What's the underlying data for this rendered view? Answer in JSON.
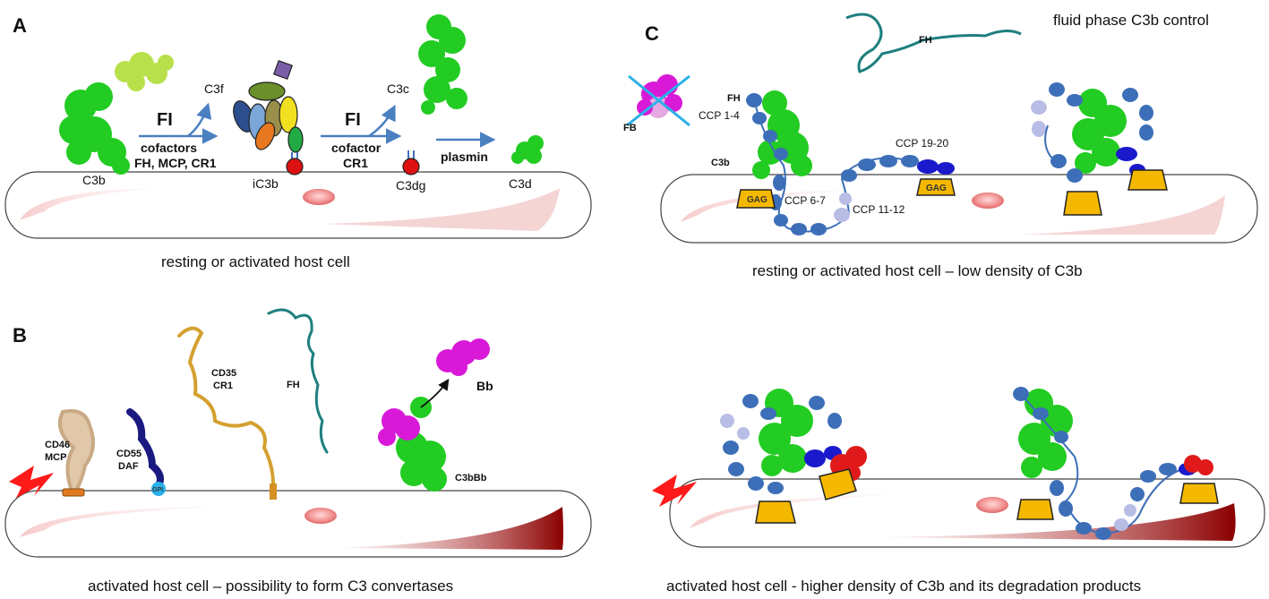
{
  "panels": {
    "a": {
      "letter": "A",
      "labels": {
        "c3b": "C3b",
        "fi1": "FI",
        "cofactors": "cofactors",
        "cofactor_list": "FH, MCP, CR1",
        "c3f": "C3f",
        "ic3b": "iC3b",
        "fi2": "FI",
        "cofactor": "cofactor",
        "cr1": "CR1",
        "c3c": "C3c",
        "c3dg": "C3dg",
        "plasmin": "plasmin",
        "c3d": "C3d"
      },
      "caption": "resting or activated host cell"
    },
    "b": {
      "letter": "B",
      "labels": {
        "cd46": "CD46",
        "mcp": "MCP",
        "cd55": "CD55",
        "daf": "DAF",
        "gpi": "GPI",
        "cd35": "CD35",
        "cr1": "CR1",
        "fh": "FH",
        "bb": "Bb",
        "c3bbb": "C3bBb"
      },
      "caption": "activated host cell – possibility to form C3 convertases"
    },
    "c": {
      "letter": "C",
      "labels": {
        "fluid": "fluid phase C3b control",
        "fh_top": "FH",
        "fb": "FB",
        "fh": "FH",
        "ccp14": "CCP 1-4",
        "c3b": "C3b",
        "ccp67": "CCP 6-7",
        "ccp1112": "CCP 11-12",
        "ccp1920": "CCP 19-20",
        "gag": "GAG"
      },
      "caption": "resting or activated host cell – low density of C3b"
    },
    "d": {
      "caption": "activated host cell - higher density of C3b and its degradation products"
    }
  },
  "colors": {
    "c3b_green": "#22cc22",
    "fh_blue": "#3d6fb8",
    "ccp_light": "#b8bde6",
    "ccp_dark": "#1a1acc",
    "gag_yellow": "#f5b800",
    "fb_magenta": "#d81ad8",
    "fh_teal": "#1f7f7f",
    "membrane_red": "#8b0000",
    "arrow_blue": "#4a7fc0",
    "cd35_gold": "#d4a030",
    "cd55_navy": "#1a1a80",
    "cd46_tan": "#e0c8a8"
  }
}
